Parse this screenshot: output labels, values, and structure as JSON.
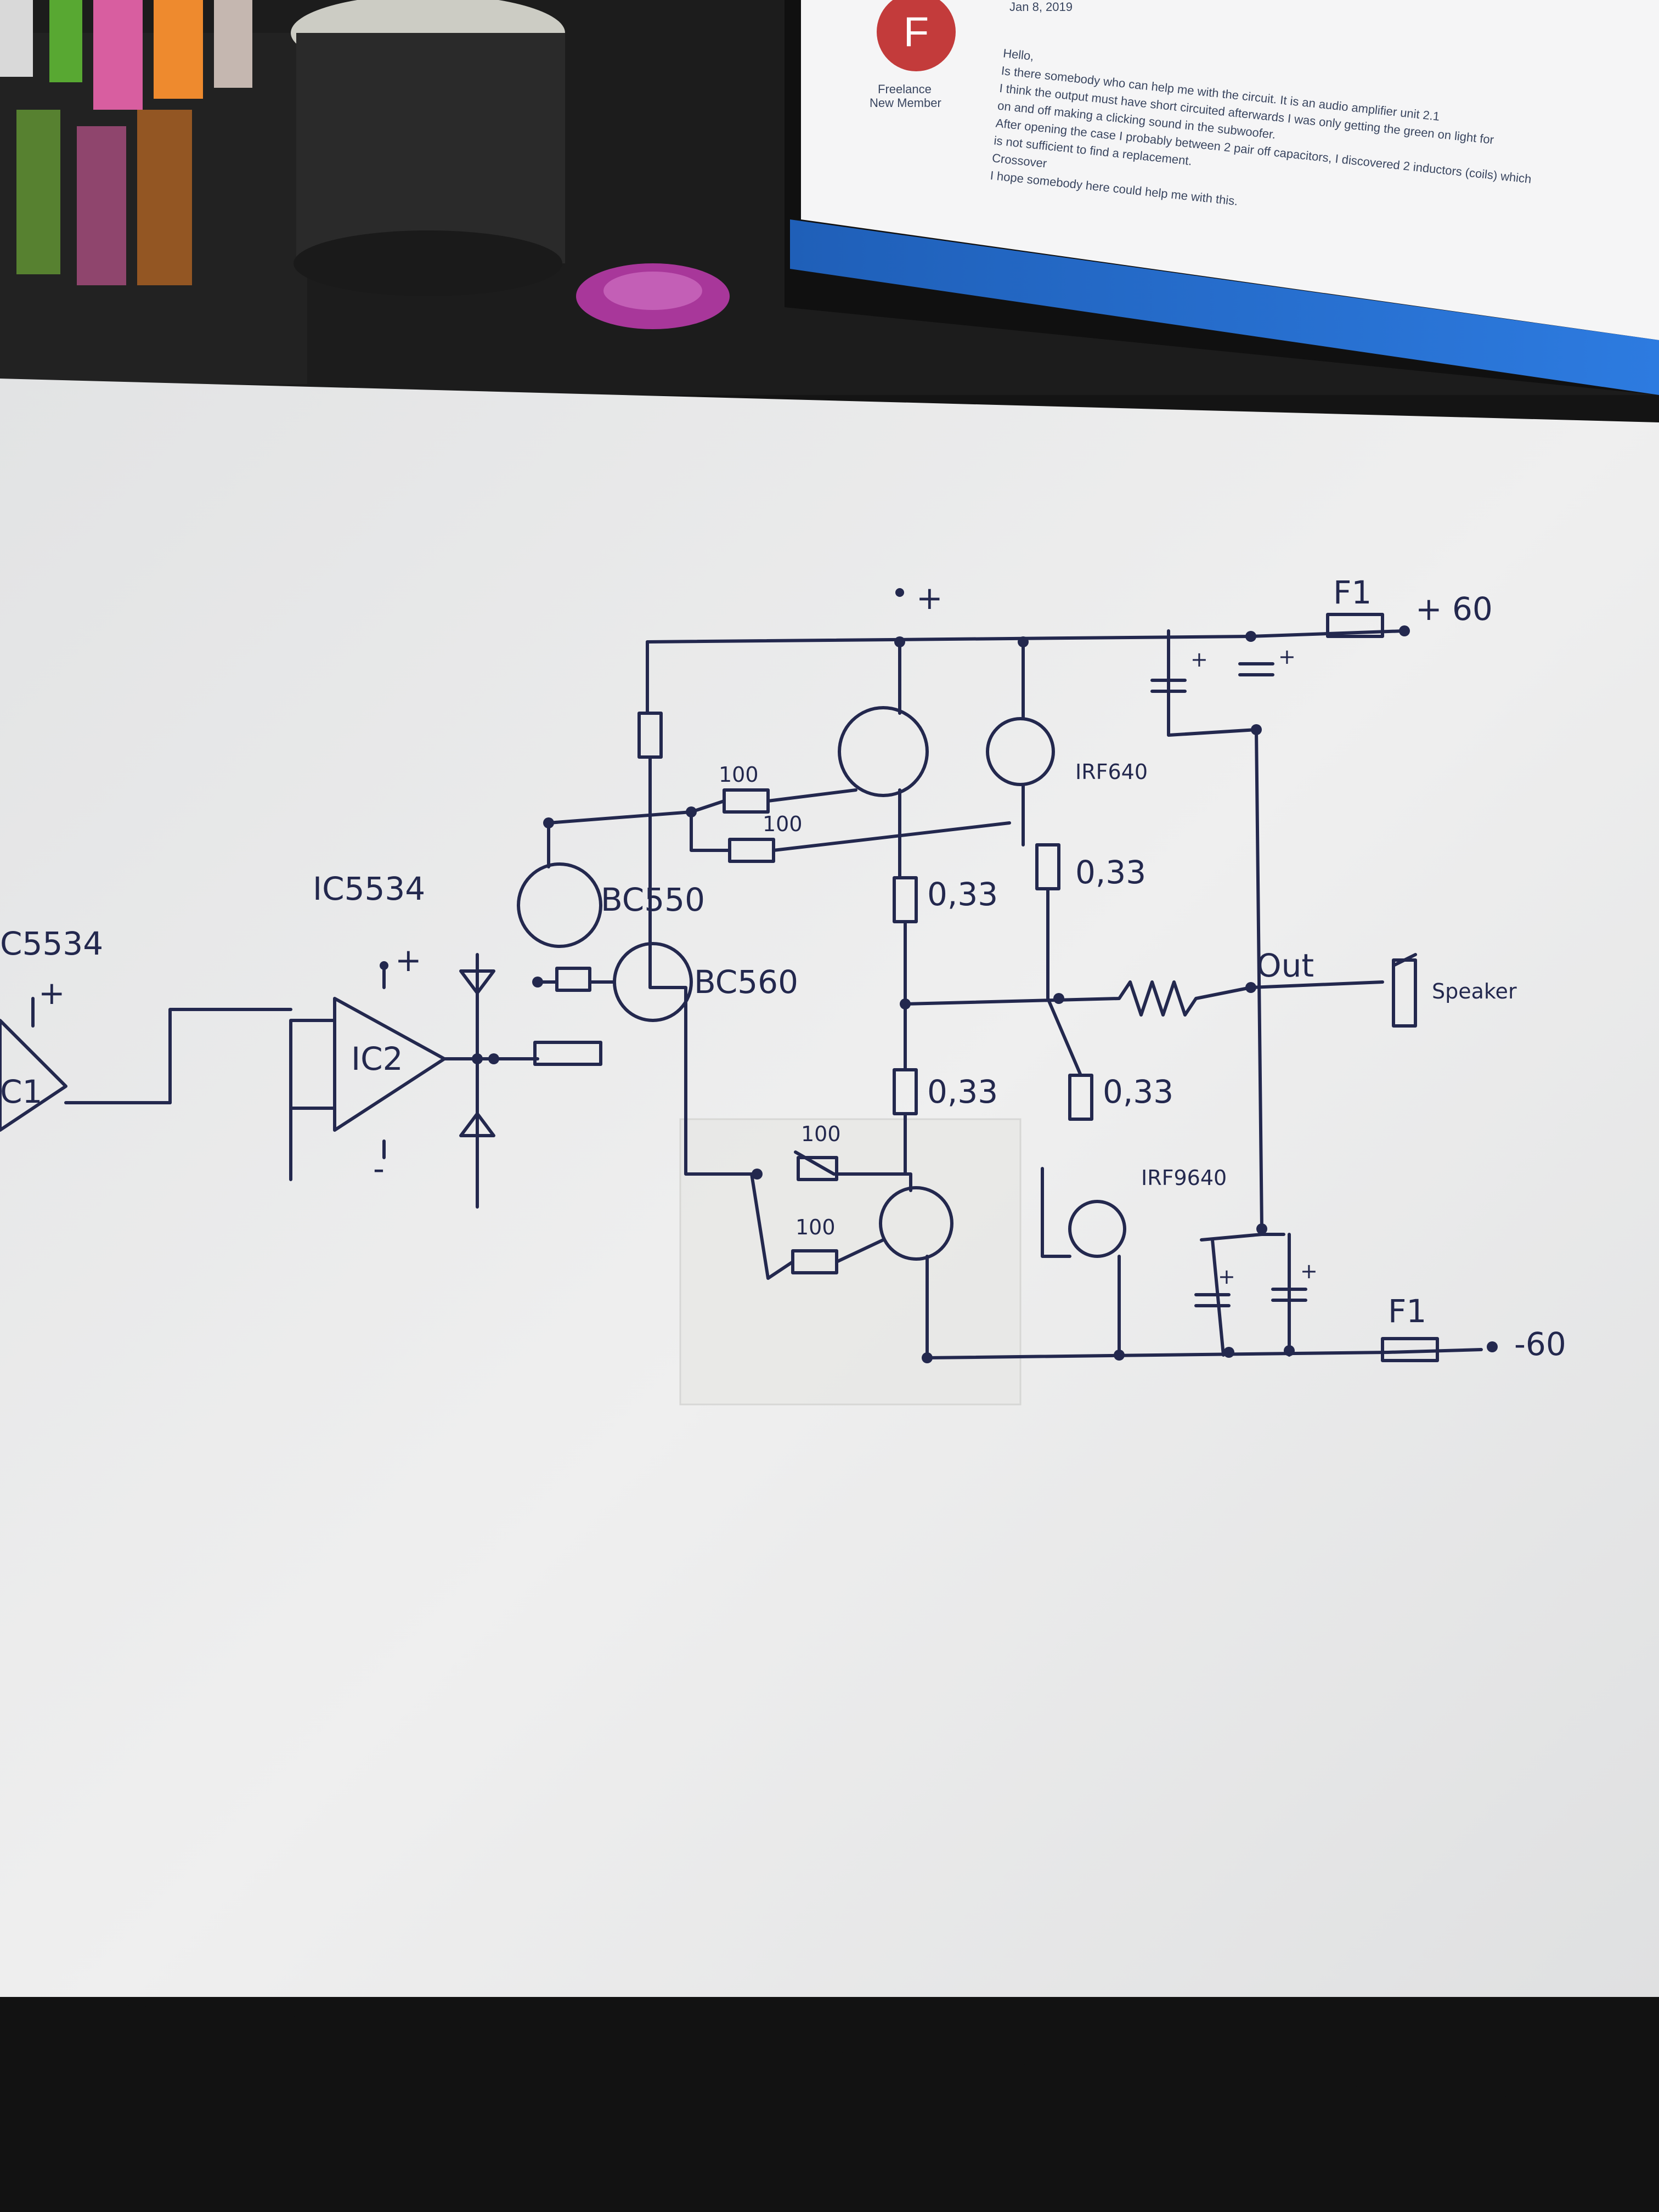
{
  "screen": {
    "avatar_letter": "F",
    "username": "Freelance",
    "user_role": "New Member",
    "post_date": "Jan 8, 2019",
    "post_lines": [
      "Hello,",
      "Is there somebody who can help me with the circuit. It is an audio amplifier unit 2.1",
      "I think the output must have short circuited afterwards I was only getting the green on light for",
      "on and off making a clicking sound in the subwoofer.",
      "After opening the case I probably between 2 pair off capacitors, I discovered 2 inductors (coils) which",
      "is not sufficient to find a replacement.",
      "Crossover",
      "I hope somebody here could help me with this."
    ]
  },
  "schematic": {
    "ic_left_label": "IC5534",
    "ic_far_left_label": "C5534",
    "ic_far_left_box": "C1",
    "ic2_label": "IC2",
    "plus": "+",
    "minus": "-",
    "transistor_top": "BC550",
    "transistor_bottom": "BC560",
    "res_100_a": "100",
    "res_100_b": "100",
    "res_100_c": "100",
    "res_100_d": "100",
    "res_033_a": "0,33",
    "res_033_b": "0,33",
    "res_033_c": "0,33",
    "res_033_d": "0,33",
    "mosfet_top": "IRF640",
    "mosfet_bottom": "IRF9640",
    "out": "Out",
    "speaker": "Speaker",
    "fuse_top": "F1",
    "fuse_bottom": "F1",
    "rail_pos": "+ 60",
    "rail_neg": "-60"
  }
}
